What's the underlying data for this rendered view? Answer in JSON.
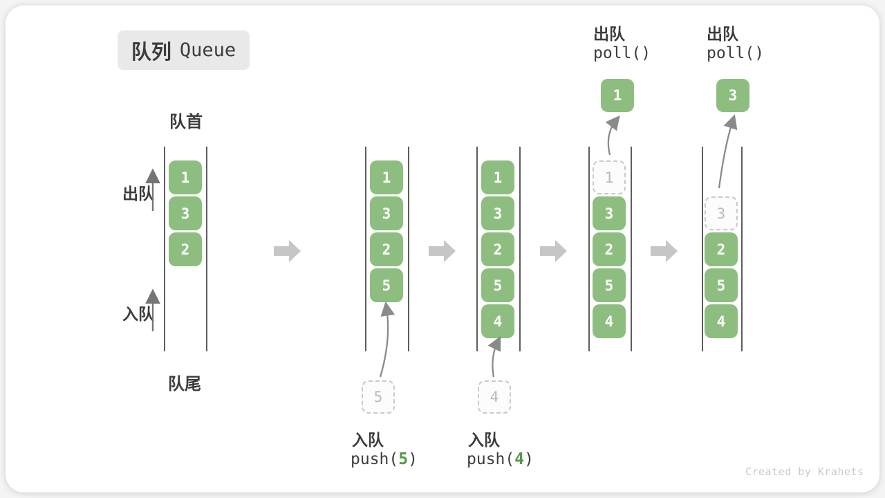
{
  "title": {
    "zh": "队列",
    "en": "Queue"
  },
  "labels": {
    "front": "队首",
    "rear": "队尾",
    "dequeue": "出队",
    "enqueue": "入队"
  },
  "colors": {
    "cell_green": "#8dbe80",
    "arg_green": "#4e9a43",
    "big_arrow_gray": "#c6c6c6",
    "thin_arrow_gray": "#8a8a8a",
    "text_dark": "#3c3c3c",
    "ghost_gray": "#c9c9c9"
  },
  "queues": [
    {
      "cells": [
        {
          "v": "1",
          "t": "solid"
        },
        {
          "v": "3",
          "t": "solid"
        },
        {
          "v": "2",
          "t": "solid"
        }
      ]
    },
    {
      "cells": [
        {
          "v": "1",
          "t": "solid"
        },
        {
          "v": "3",
          "t": "solid"
        },
        {
          "v": "2",
          "t": "solid"
        },
        {
          "v": "5",
          "t": "solid"
        }
      ]
    },
    {
      "cells": [
        {
          "v": "1",
          "t": "solid"
        },
        {
          "v": "3",
          "t": "solid"
        },
        {
          "v": "2",
          "t": "solid"
        },
        {
          "v": "5",
          "t": "solid"
        },
        {
          "v": "4",
          "t": "solid"
        }
      ]
    },
    {
      "cells": [
        {
          "v": "1",
          "t": "dashed"
        },
        {
          "v": "3",
          "t": "solid"
        },
        {
          "v": "2",
          "t": "solid"
        },
        {
          "v": "5",
          "t": "solid"
        },
        {
          "v": "4",
          "t": "solid"
        }
      ]
    },
    {
      "cells": [
        {
          "v": "3",
          "t": "dashed"
        },
        {
          "v": "2",
          "t": "solid"
        },
        {
          "v": "5",
          "t": "solid"
        },
        {
          "v": "4",
          "t": "solid"
        }
      ]
    }
  ],
  "push_annotations": [
    {
      "action": "入队",
      "fn": "push(",
      "arg": "5",
      "close": ")",
      "ghost": "5"
    },
    {
      "action": "入队",
      "fn": "push(",
      "arg": "4",
      "close": ")",
      "ghost": "4"
    }
  ],
  "poll_annotations": [
    {
      "action": "出队",
      "fn": "poll()",
      "value": "1"
    },
    {
      "action": "出队",
      "fn": "poll()",
      "value": "3"
    }
  ],
  "credit": "Created by Krahets"
}
